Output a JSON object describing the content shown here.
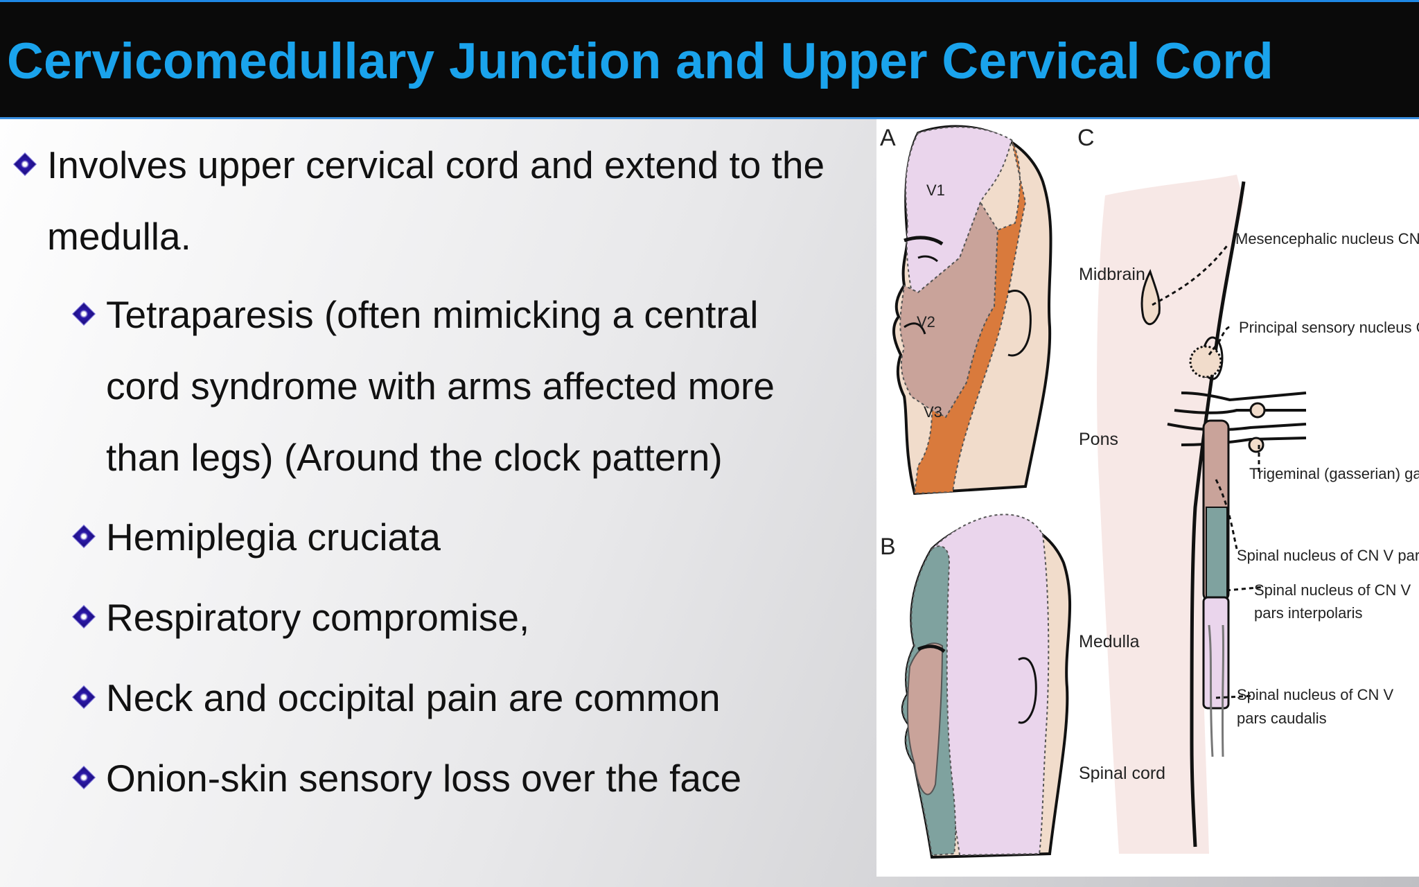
{
  "title": "Cervicomedullary Junction and Upper Cervical Cord",
  "bullets": {
    "main_line1": "Involves upper cervical cord and extend to the",
    "main_line2": "medulla.",
    "sub1_line1": "Tetraparesis (often mimicking a central",
    "sub1_line2": "cord syndrome with arms affected more",
    "sub1_line3": "than legs) (Around the clock pattern)",
    "sub2": "Hemiplegia cruciata",
    "sub3": "Respiratory compromise,",
    "sub4": "Neck and occipital pain are common",
    "sub5": "Onion-skin sensory loss over the face"
  },
  "figure": {
    "panel_a": "A",
    "panel_b": "B",
    "panel_c": "C",
    "v1": "V1",
    "v2": "V2",
    "v3": "V3",
    "midbrain": "Midbrain",
    "pons": "Pons",
    "medulla": "Medulla",
    "spinal_cord": "Spinal cord",
    "mesencephalic": "Mesencephalic nucleus CN V",
    "principal": "Principal sensory nucleus CN V",
    "trigeminal": "Trigeminal (gasserian) ganglia",
    "oralis": "Spinal nucleus of CN V pars oralis",
    "interpolaris_1": "Spinal nucleus of CN V",
    "interpolaris_2": "pars interpolaris",
    "caudalis_1": "Spinal nucleus of CN V",
    "caudalis_2": "pars caudalis"
  },
  "colors": {
    "title_text": "#1aa3ec",
    "title_bg": "#0a0a0a",
    "bullet_diamond": "#2b18a8",
    "v1_zone": "#ead5ec",
    "v2_zone": "#c9a39a",
    "v3_zone": "#d97a3c",
    "onion_outer": "#7fa29f",
    "skin": "#f1dccb"
  }
}
